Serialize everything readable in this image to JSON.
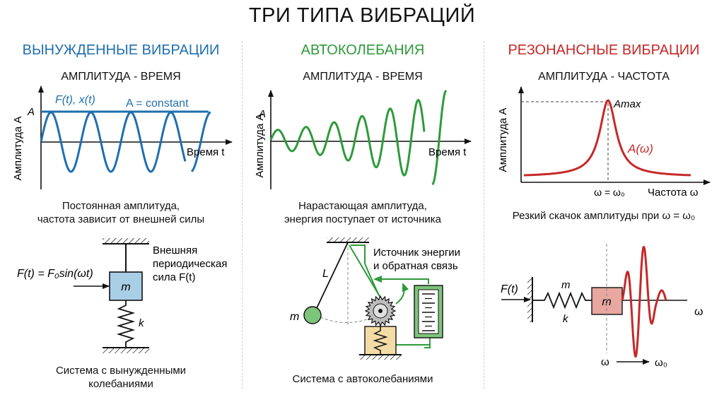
{
  "title": "ТРИ ТИПА ВИБРАЦИЙ",
  "colors": {
    "blue": "#1f6faf",
    "green": "#2e9a3a",
    "red": "#c62828",
    "mass": "#a9cfe6",
    "ball": "#7dc57a",
    "base": "#f3dca6"
  },
  "columns": [
    {
      "heading": "ВЫНУЖДЕННЫЕ ВИБРАЦИИ",
      "plot_title": "АМПЛИТУДА - ВРЕМЯ",
      "y_axis": "Амплитуда A",
      "x_axis": "Время t",
      "label_series": "F(t), x(t)",
      "label_const": "A = constant",
      "y_tick": "A",
      "caption_1": "Постоянная амплитуда,",
      "caption_2": "частота зависит от внешней силы",
      "force_label": "F(t) = F₀sin(ωt)",
      "mass_label": "m",
      "spring_label": "k",
      "ext_1": "Внешняя",
      "ext_2": "периодическая",
      "ext_3": "сила F(t)",
      "system_1": "Система с вынужденными",
      "system_2": "колебаниями"
    },
    {
      "heading": "АВТОКОЛЕБАНИЯ",
      "plot_title": "АМПЛИТУДА - ВРЕМЯ",
      "y_axis": "Амплитуда A",
      "x_axis": "Время t",
      "y_tick": "A",
      "caption_1": "Нарастающая амплитуда,",
      "caption_2": "энергия поступает от источника",
      "length_label": "L",
      "mass_label": "m",
      "source_1": "Источник энергии",
      "source_2": "и обратная связь",
      "system_1": "Система с автоколебаниями"
    },
    {
      "heading": "РЕЗОНАНСНЫЕ ВИБРАЦИИ",
      "plot_title": "АМПЛИТУДА - ЧАСТОТА",
      "y_axis": "Амплитуда A",
      "x_axis": "Частота ω",
      "amax": "Amax",
      "curve_label": "A(ω)",
      "omega_eq": "ω = ω₀",
      "caption_1": "Резкий скачок амплитуды при ω = ω₀",
      "force_label": "F(t)",
      "mass_label": "m",
      "spring_m": "m",
      "spring_k": "k",
      "omega_label": "ω",
      "omega_from": "ω",
      "omega_to": "ω₀"
    }
  ]
}
